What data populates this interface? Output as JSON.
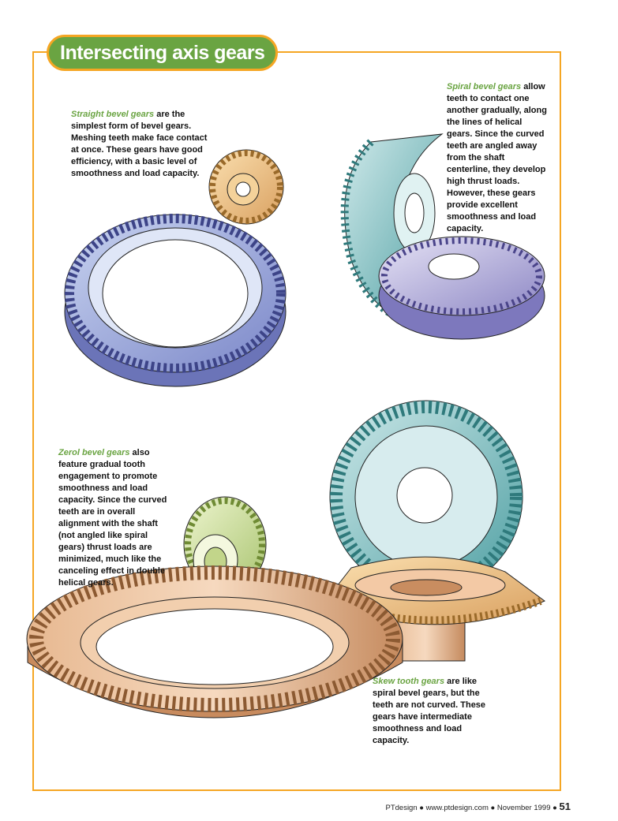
{
  "title": "Intersecting axis gears",
  "sections": [
    {
      "name": "Straight bevel gears",
      "text": " are the simplest form of bevel gears. Meshing teeth make face contact at once. These gears have good efficiency, with a basic level of smoothness and load capacity."
    },
    {
      "name": "Spiral bevel gears",
      "text": " allow teeth to contact one another gradually, along the lines of helical gears. Since the curved teeth are angled away from the shaft centerline, they develop high thrust loads. However, these gears provide excellent smoothness and load capacity."
    },
    {
      "name": "Zerol bevel gears",
      "text": " also feature gradual tooth engagement to promote smoothness and load capacity. Since the curved teeth are in overall alignment with the shaft (not angled like spiral gears) thrust loads are minimized, much like the canceling effect in double helical gears."
    },
    {
      "name": "Skew tooth gears",
      "text": " are like spiral bevel gears, but the teeth are not curved. These gears have intermediate smoothness and load capacity."
    }
  ],
  "footer": {
    "publication": "PTdesign",
    "url": "www.ptdesign.com",
    "date": "November 1999",
    "page": "51"
  },
  "colors": {
    "accent": "#f5a623",
    "title_bg": "#6aa442"
  }
}
